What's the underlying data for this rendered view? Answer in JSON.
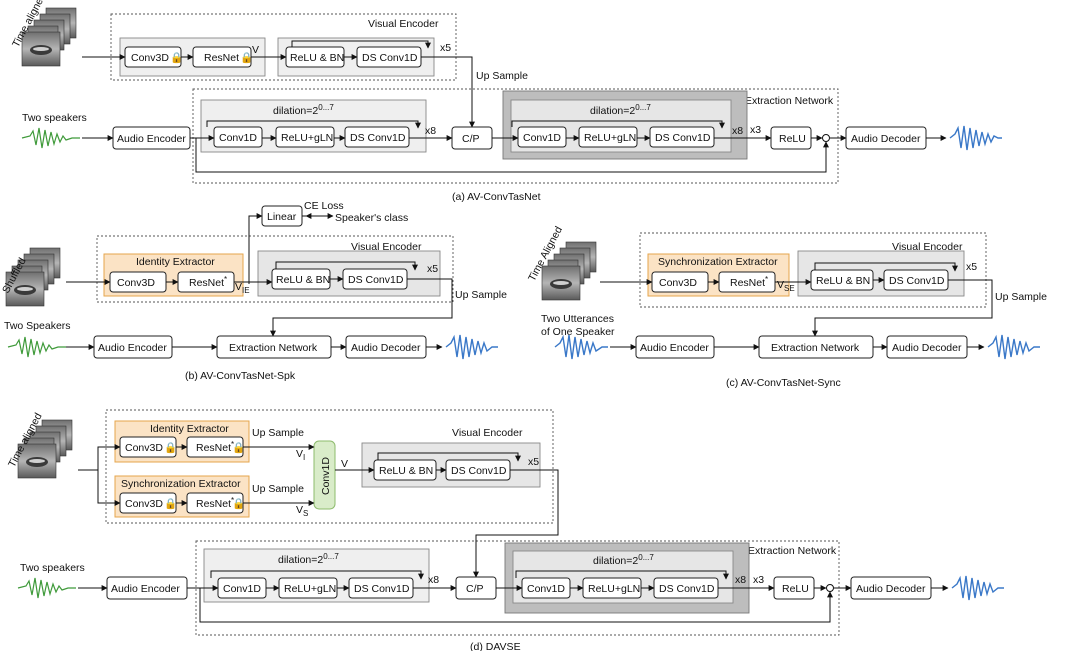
{
  "diagram": {
    "a": {
      "input_video_label": "Time aligned",
      "input_audio_label": "Two speakers",
      "visual_encoder_title": "Visual Encoder",
      "conv3d": "Conv3D",
      "resnet": "ResNet",
      "v_label": "V",
      "relu_bn": "ReLU & BN",
      "ds_conv1d": "DS Conv1D",
      "x5": "x5",
      "up_sample": "Up Sample",
      "audio_encoder": "Audio Encoder",
      "dilation": "dilation=2",
      "dilation_sup": "0...7",
      "conv1d": "Conv1D",
      "relu_gln": "ReLU+gLN",
      "x8": "x8",
      "cp": "C/P",
      "extraction_network_title": "Extraction Network",
      "x3": "x3",
      "relu": "ReLU",
      "audio_decoder": "Audio Decoder",
      "caption": "(a) AV-ConvTasNet"
    },
    "b": {
      "input_video_label": "Shuffled",
      "input_audio_label": "Two Speakers",
      "linear": "Linear",
      "ce_loss": "CE Loss",
      "speaker_class": "Speaker's class",
      "identity_extractor": "Identity Extractor",
      "conv3d": "Conv3D",
      "resnet": "ResNet",
      "resnet_sup": "*",
      "v_label": "V",
      "v_sub": "IE",
      "visual_encoder_title": "Visual Encoder",
      "relu_bn": "ReLU & BN",
      "ds_conv1d": "DS Conv1D",
      "x5": "x5",
      "up_sample": "Up Sample",
      "audio_encoder": "Audio Encoder",
      "extraction_network": "Extraction Network",
      "audio_decoder": "Audio Decoder",
      "caption": "(b) AV-ConvTasNet-Spk"
    },
    "c": {
      "input_video_label": "Time Aligned",
      "input_audio_label_1": "Two Utterances",
      "input_audio_label_2": "of One Speaker",
      "sync_extractor": "Synchronization Extractor",
      "conv3d": "Conv3D",
      "resnet": "ResNet",
      "resnet_sup": "*",
      "v_label": "V",
      "v_sub": "SE",
      "visual_encoder_title": "Visual Encoder",
      "relu_bn": "ReLU & BN",
      "ds_conv1d": "DS Conv1D",
      "x5": "x5",
      "up_sample": "Up Sample",
      "audio_encoder": "Audio Encoder",
      "extraction_network": "Extraction Network",
      "audio_decoder": "Audio Decoder",
      "caption": "(c) AV-ConvTasNet-Sync"
    },
    "d": {
      "input_video_label": "Time aligned",
      "input_audio_label": "Two speakers",
      "identity_extractor": "Identity Extractor",
      "sync_extractor": "Synchronization Extractor",
      "conv3d": "Conv3D",
      "resnet": "ResNet",
      "resnet_sup": "*",
      "up_sample_1": "Up Sample",
      "up_sample_2": "Up Sample",
      "vi": "V",
      "vi_sub": "I",
      "vs": "V",
      "vs_sub": "S",
      "conv1d_vertical": "Conv1D",
      "v_label": "V",
      "visual_encoder_title": "Visual Encoder",
      "relu_bn": "ReLU & BN",
      "ds_conv1d": "DS Conv1D",
      "x5": "x5",
      "audio_encoder": "Audio Encoder",
      "dilation": "dilation=2",
      "dilation_sup": "0...7",
      "conv1d": "Conv1D",
      "relu_gln": "ReLU+gLN",
      "x8": "x8",
      "cp": "C/P",
      "extraction_network_title": "Extraction Network",
      "x3": "x3",
      "relu": "ReLU",
      "audio_decoder": "Audio Decoder",
      "caption": "(d) DAVSE"
    }
  },
  "colors": {
    "mouth_gray": "#8a8a8a",
    "wave_green": "#3f9a3a",
    "wave_blue": "#3a78c8",
    "orange_fill": "#fbe3c5",
    "green_fill": "#d9ecc9"
  }
}
